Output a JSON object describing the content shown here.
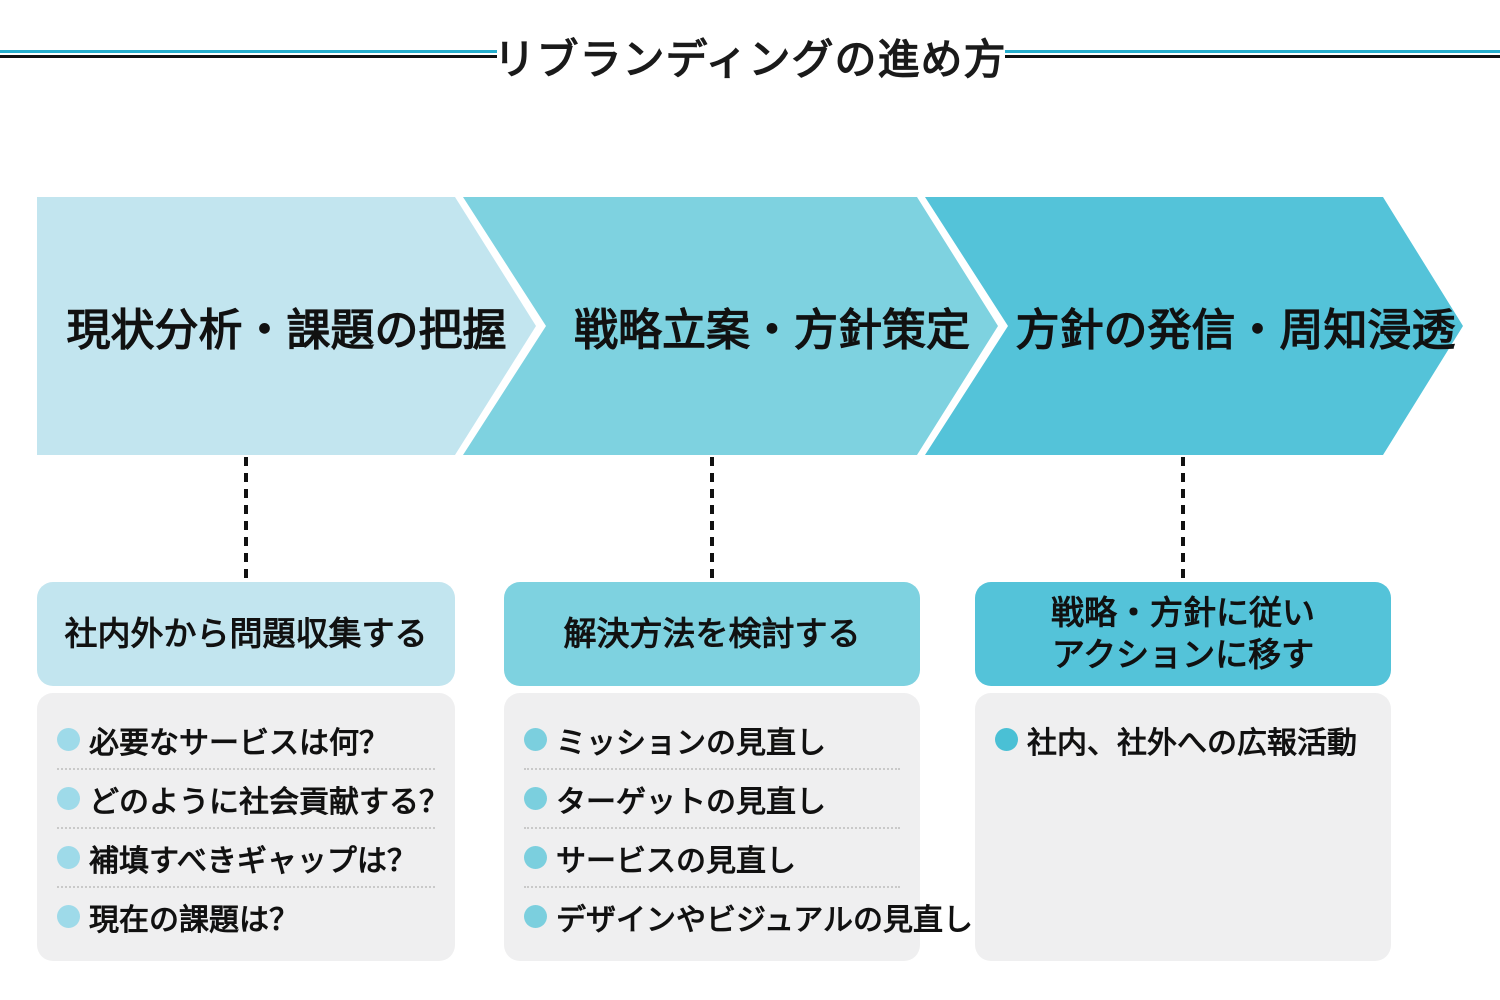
{
  "title": "リブランディングの進め方",
  "colors": {
    "step1": "#c2e5ef",
    "step2": "#7ed2e0",
    "step3": "#54c3d9",
    "bullet1": "#9edae9",
    "bullet2": "#7bcfde",
    "bullet3": "#4ac0d5",
    "panel_bg": "#efeff0",
    "rule_cyan": "#25aecd",
    "rule_black": "#111111",
    "connector": "#111111",
    "separator_dotted": "#c9c9c9",
    "text": "#111111"
  },
  "steps": [
    {
      "arrow_label": "現状分析・課題の把握",
      "panel_title": "社内外から問題収集する",
      "items": [
        "必要なサービスは何？",
        "どのように社会貢献する？",
        "補填すべきギャップは？",
        "現在の課題は？"
      ]
    },
    {
      "arrow_label": "戦略立案・方針策定",
      "panel_title": "解決方法を検討する",
      "items": [
        "ミッションの見直し",
        "ターゲットの見直し",
        "サービスの見直し",
        "デザインやビジュアルの見直し"
      ]
    },
    {
      "arrow_label": "方針の発信・周知浸透",
      "panel_title": "戦略・方針に従い\nアクションに移す",
      "items": [
        "社内、社外への広報活動"
      ]
    }
  ]
}
